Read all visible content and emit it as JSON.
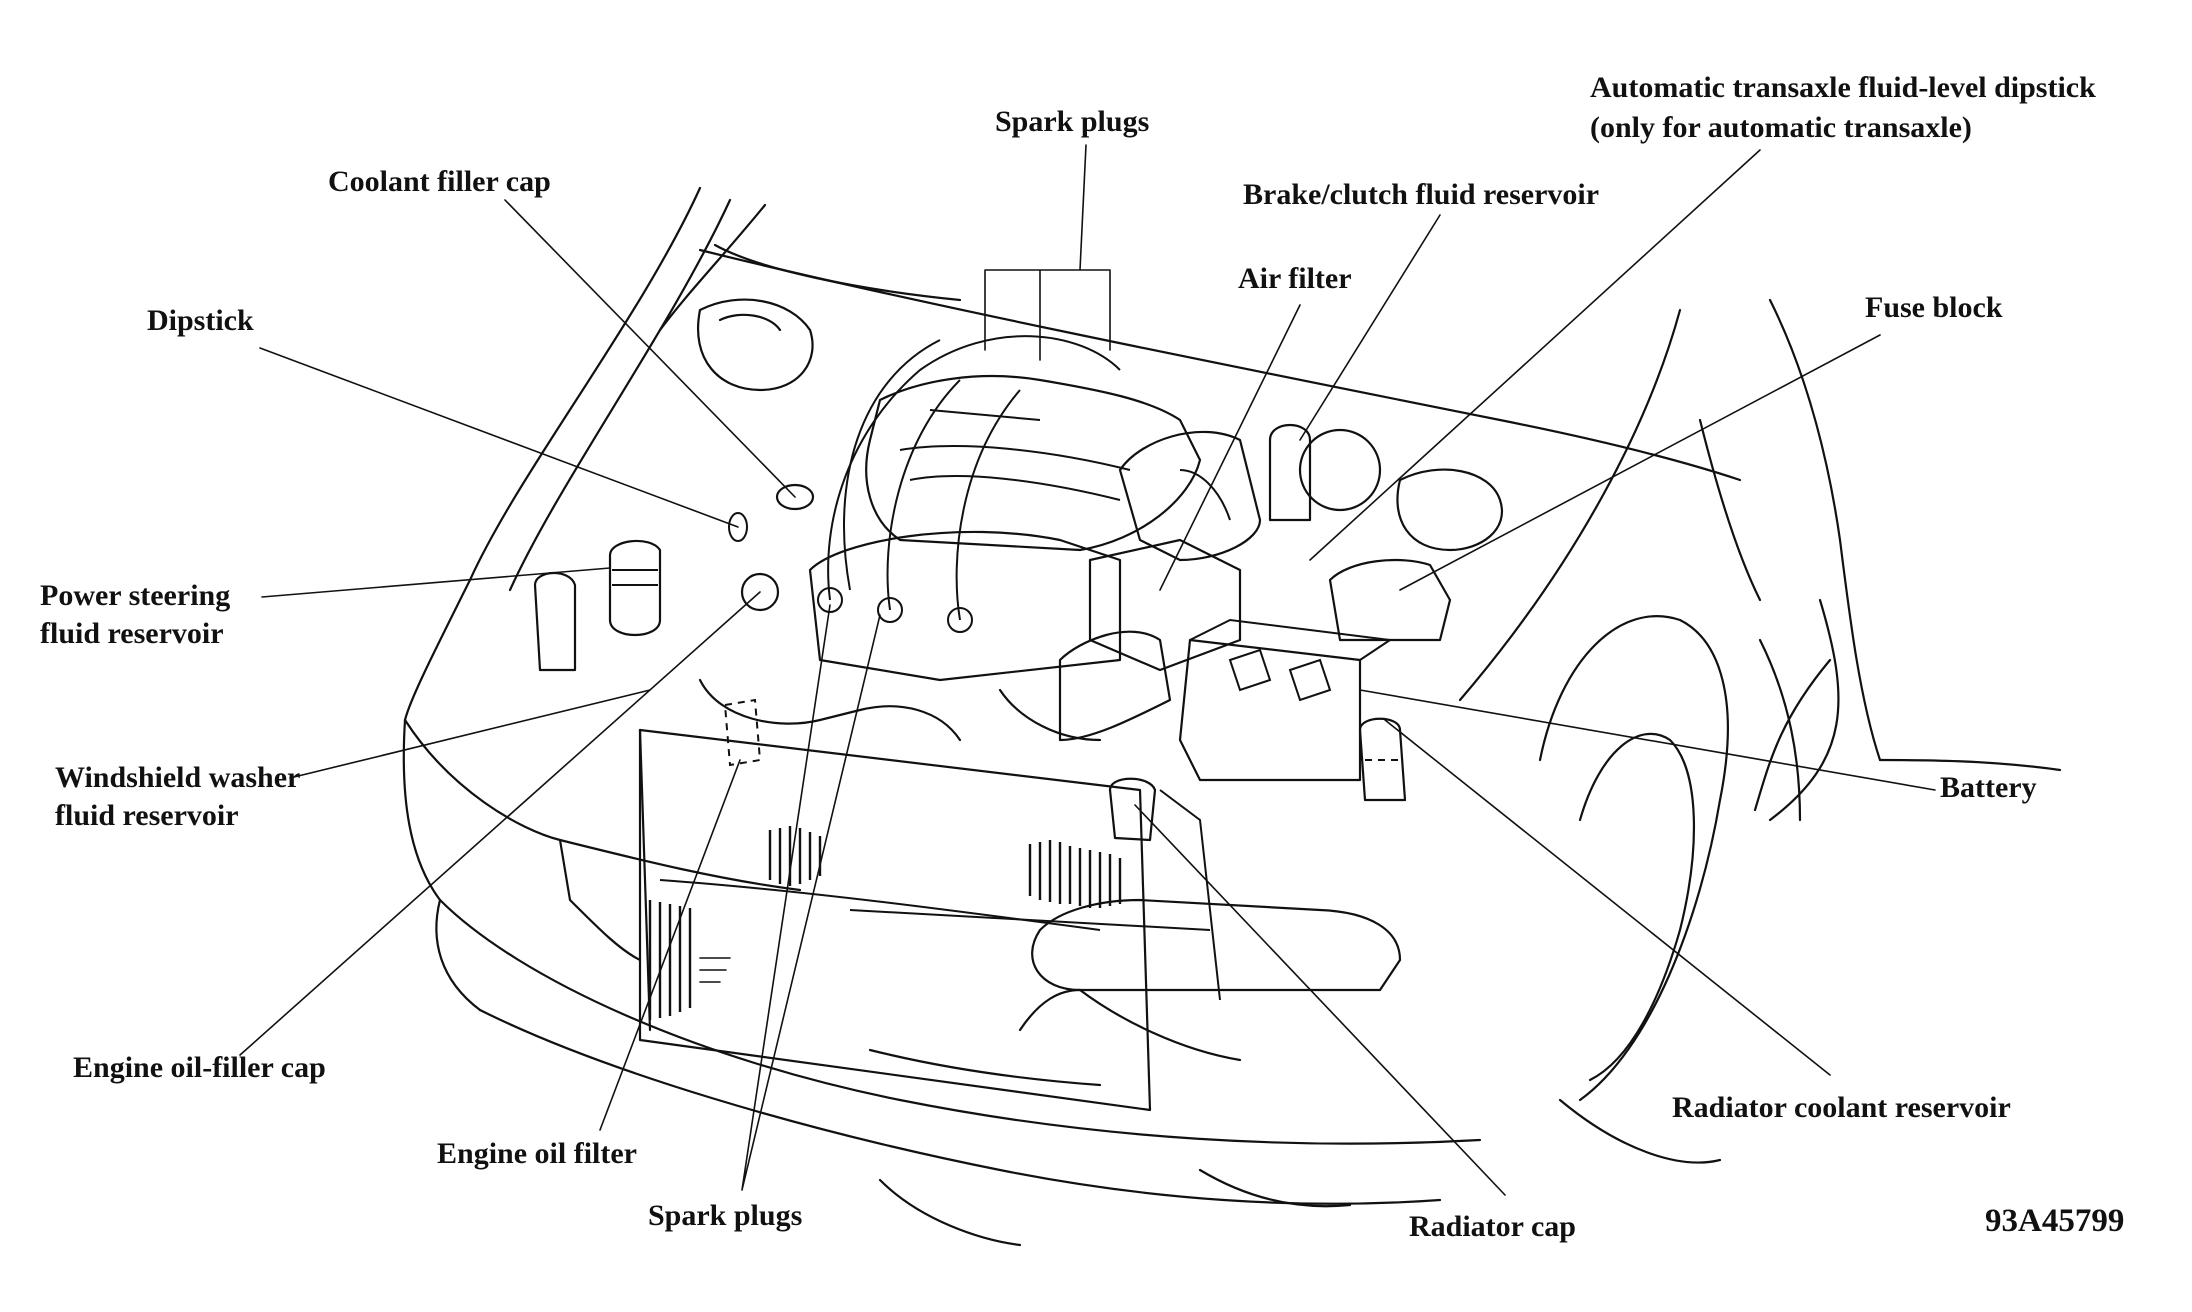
{
  "labels": {
    "spark_plugs_top": "Spark plugs",
    "atf_dipstick_line1": "Automatic transaxle fluid-level dipstick",
    "atf_dipstick_line2": "(only for automatic transaxle)",
    "coolant_filler_cap": "Coolant filler cap",
    "brake_clutch_reservoir": "Brake/clutch fluid reservoir",
    "air_filter": "Air filter",
    "fuse_block": "Fuse block",
    "dipstick": "Dipstick",
    "power_steering_line1": "Power steering",
    "power_steering_line2": "fluid reservoir",
    "washer_line1": "Windshield washer",
    "washer_line2": "fluid reservoir",
    "battery": "Battery",
    "engine_oil_filler_cap": "Engine oil-filler cap",
    "engine_oil_filter": "Engine oil filter",
    "radiator_coolant_reservoir": "Radiator coolant reservoir",
    "spark_plugs_bottom": "Spark plugs",
    "radiator_cap": "Radiator cap",
    "figure_code": "93A45799"
  },
  "colors": {
    "ink": "#111111",
    "background": "#ffffff"
  }
}
